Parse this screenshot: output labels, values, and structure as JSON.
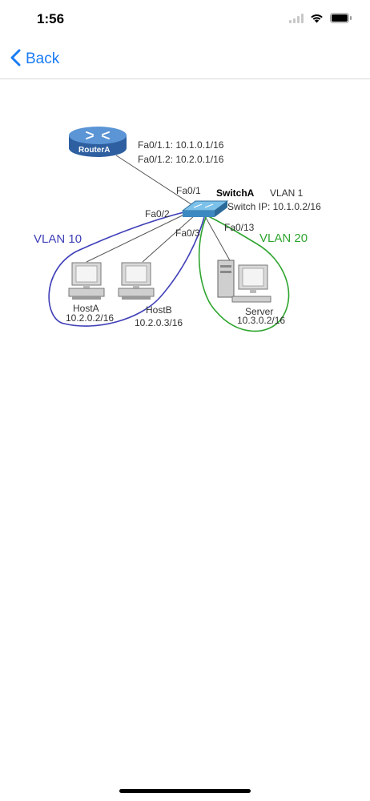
{
  "status_bar": {
    "time": "1:56"
  },
  "nav": {
    "back_label": "Back"
  },
  "diagram": {
    "router": {
      "name": "RouterA",
      "subinterface_1": "Fa0/1.1: 10.1.0.1/16",
      "subinterface_2": "Fa0/1.2: 10.2.0.1/16"
    },
    "switch": {
      "name": "SwitchA",
      "vlan": "VLAN 1",
      "ip": "Switch IP: 10.1.0.2/16",
      "port_router": "Fa0/1",
      "port_hosta": "Fa0/2",
      "port_hostb": "Fa0/3",
      "port_server": "Fa0/13"
    },
    "vlan10_label": "VLAN 10",
    "vlan20_label": "VLAN 20",
    "hosta": {
      "name": "HostA",
      "ip": "10.2.0.2/16"
    },
    "hostb": {
      "name": "HostB",
      "ip": "10.2.0.3/16"
    },
    "server": {
      "name": "Server",
      "ip": "10.3.0.2/16"
    },
    "colors": {
      "vlan10": "#3f3fb8",
      "vlan20": "#2ea52e",
      "accent": "#1a7cf4"
    }
  }
}
